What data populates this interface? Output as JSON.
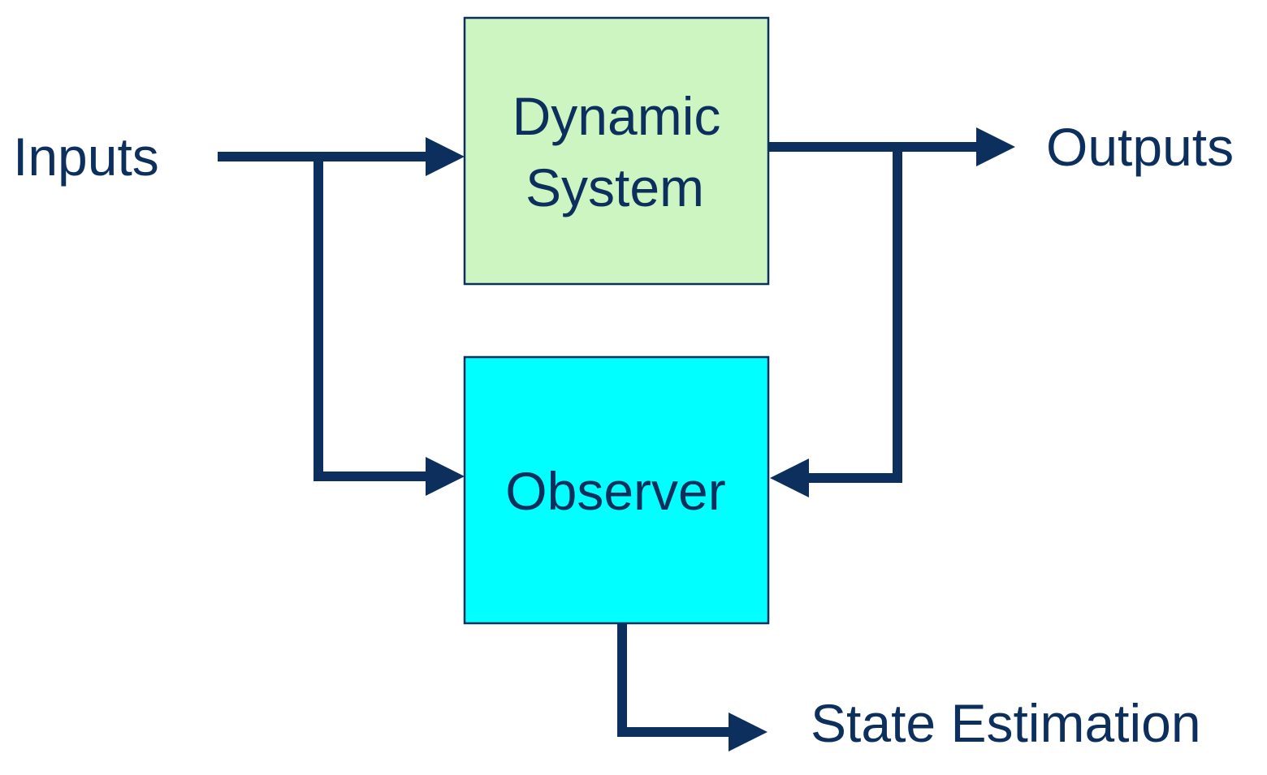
{
  "labels": {
    "inputs": "Inputs",
    "outputs": "Outputs",
    "state_estimation": "State Estimation"
  },
  "blocks": {
    "dynamic_system": {
      "line1": "Dynamic",
      "line2": "System",
      "fill": "#ccf5c2"
    },
    "observer": {
      "label": "Observer",
      "fill": "#00ffff"
    }
  },
  "colors": {
    "line": "#0d2f5e",
    "text": "#0d2f5e",
    "border": "#0d2f5e"
  }
}
